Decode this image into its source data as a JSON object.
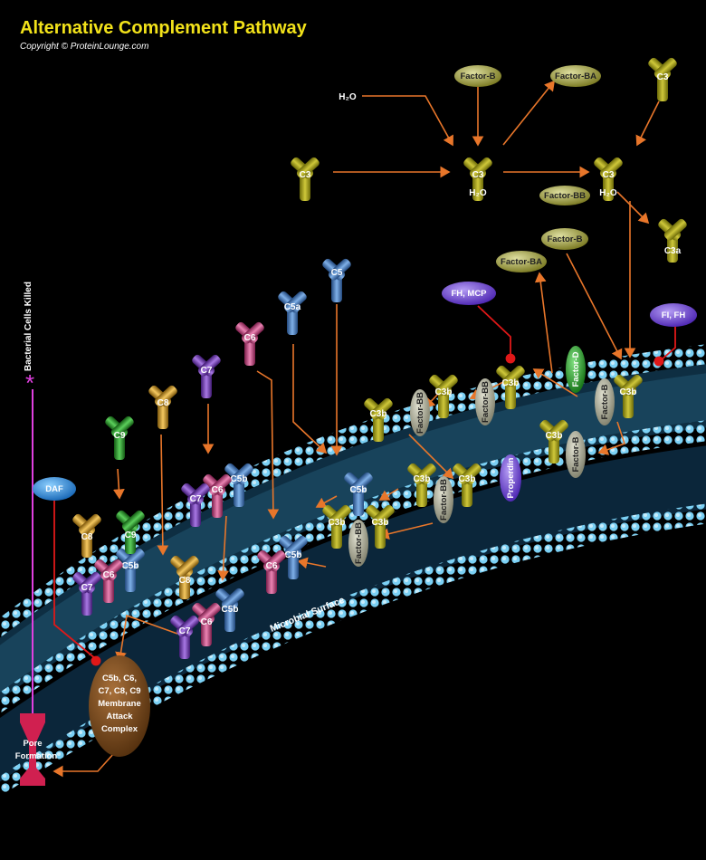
{
  "title": "Alternative Complement Pathway",
  "copyright": "Copyright © ProteinLounge.com",
  "labels": {
    "h2o": "H₂O",
    "factor_b": "Factor-B",
    "factor_ba": "Factor-BA",
    "factor_bb": "Factor-BB",
    "factor_d": "Factor-D",
    "properdin": "Properdin",
    "fh_mcp": "FH, MCP",
    "fi_fh": "FI, FH",
    "daf": "DAF",
    "c3": "C3",
    "c3a": "C3a",
    "c3b": "C3b",
    "c5": "C5",
    "c5a": "C5a",
    "c5b": "C5b",
    "c6": "C6",
    "c7": "C7",
    "c8": "C8",
    "c9": "C9",
    "bacterial_killed": "Bacterial Cells Killed",
    "microbial_surface": "Microbial Surface",
    "mac": [
      "C5b, C6,",
      "C7, C8, C9",
      "Membrane",
      "Attack",
      "Complex"
    ],
    "pore": [
      "Pore",
      "Formation"
    ]
  },
  "colors": {
    "title": "#f2e21a",
    "arrow": "#e8762a",
    "inhibit": "#e01818",
    "membrane": "#6cc8f0",
    "c3": "#b8b020",
    "c5": "#4f86c8",
    "c6": "#d0508a",
    "c7": "#7a40c0",
    "c8": "#e0a020",
    "c9": "#30a030",
    "regulator": "#7040d8",
    "daf": "#2a8ad8",
    "mac": "#7a4a18",
    "pore": "#d02050"
  },
  "icons": [
    "antibody-y-icon",
    "oval-factor-icon",
    "pore-icon",
    "star-icon"
  ]
}
